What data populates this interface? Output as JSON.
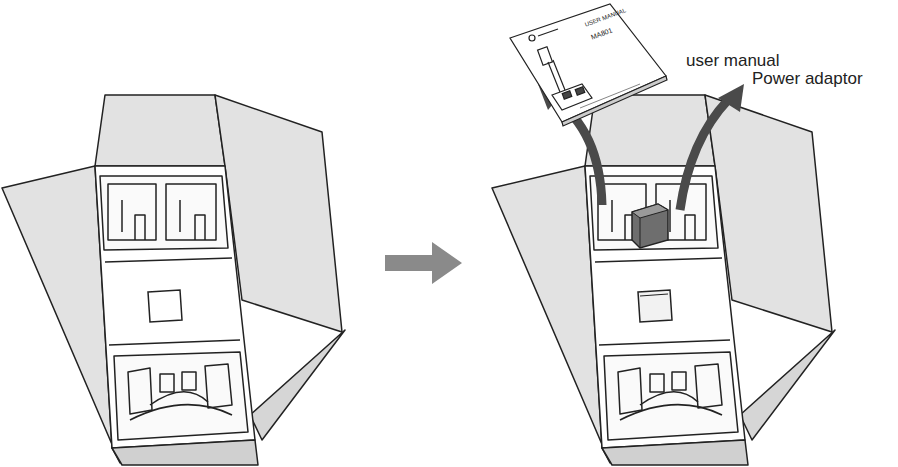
{
  "diagram": {
    "labels": [
      "user manual",
      "Power adaptor",
      "USER MANUAL",
      "MA801"
    ]
  }
}
